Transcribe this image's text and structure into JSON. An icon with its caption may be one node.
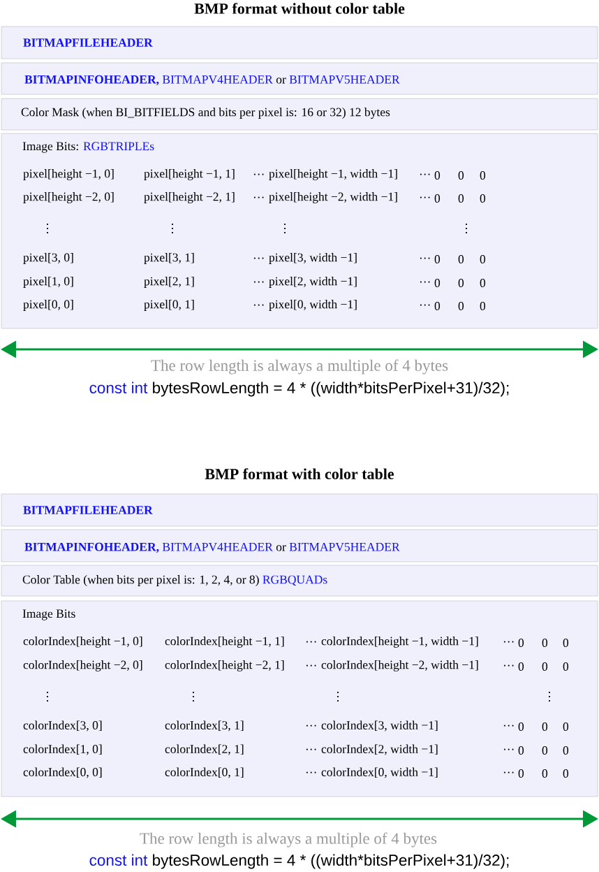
{
  "diagram": {
    "title": "BMP format without color table",
    "nodes": [
      {
        "text": [
          "BITMAPFILEHEADER"
        ]
      },
      {
        "text": [
          "BITMAPINFOHEADER,",
          "BITMAPV4HEADER",
          "or",
          "BITMAPV5HEADER"
        ]
      },
      {
        "text": [
          "Color Mask (when BI_BITFIELDS and bits per pixel is: 16 or 32) 12 bytes"
        ]
      },
      {
        "text": [
          "Image Bits:",
          "RGBTRIPLEs",
          "pixel[height −1, 0]",
          "pixel[height −1, 1]",
          "···",
          "pixel[height −1, width −1]",
          "···",
          "0",
          "0",
          "0",
          "pixel[height −2, 0]",
          "pixel[height −2, 1]",
          "···",
          "pixel[height −2, width −1]",
          "···",
          "0",
          "0",
          "0",
          "⋮",
          "⋮",
          "⋮",
          "⋮",
          "pixel[3, 0]",
          "pixel[3, 1]",
          "···",
          "pixel[3, width −1]",
          "···",
          "0",
          "0",
          "0",
          "pixel[1, 0]",
          "pixel[2, 1]",
          "···",
          "pixel[2, width −1]",
          "···",
          "0",
          "0",
          "0",
          "pixel[0, 0]",
          "pixel[0, 1]",
          "···",
          "pixel[0, width −1]",
          "···",
          "0",
          "0",
          "0"
        ]
      },
      {
        "text": [
          "BITMAPFILEHEADER"
        ]
      },
      {
        "text": [
          "BITMAPINFOHEADER,",
          "BITMAPV4HEADER",
          "or",
          "BITMAPV5HEADER"
        ]
      },
      {
        "text": [
          "Color Table (when bits per pixel is: 1, 2, 4, or 8)",
          "RGBQUADs"
        ]
      },
      {
        "text": [
          "Image Bits",
          "colorIndex[height −1, 0]",
          "colorIndex[height −1, 1]",
          "···",
          "colorIndex[height −1, width −1]",
          "···",
          "0",
          "0",
          "0",
          "colorIndex[height −2, 0]",
          "colorIndex[height −2, 1]",
          "···",
          "colorIndex[height −2, width −1]",
          "···",
          "0",
          "0",
          "0",
          "⋮",
          "⋮",
          "⋮",
          "⋮",
          "colorIndex[3, 0]",
          "colorIndex[3, 1]",
          "···",
          "colorIndex[3, width −1]",
          "···",
          "0",
          "0",
          "0",
          "colorIndex[1, 0]",
          "colorIndex[2, 1]",
          "···",
          "colorIndex[2, width −1]",
          "···",
          "0",
          "0",
          "0",
          "colorIndex[0, 0]",
          "colorIndex[0, 1]",
          "···",
          "colorIndex[0, width −1]",
          "···",
          "0",
          "0",
          "0"
        ]
      }
    ],
    "labels": [
      "The row length is always a multiple of 4 bytes",
      "const int",
      "bytesRowLength = 4 * ((width*bitsPerPixel+31)/32);",
      "BMP format with color table",
      "The row length is always a multiple of 4 bytes",
      "const int",
      "bytesRowLength = 4 * ((width*bitsPerPixel+31)/32);"
    ]
  }
}
